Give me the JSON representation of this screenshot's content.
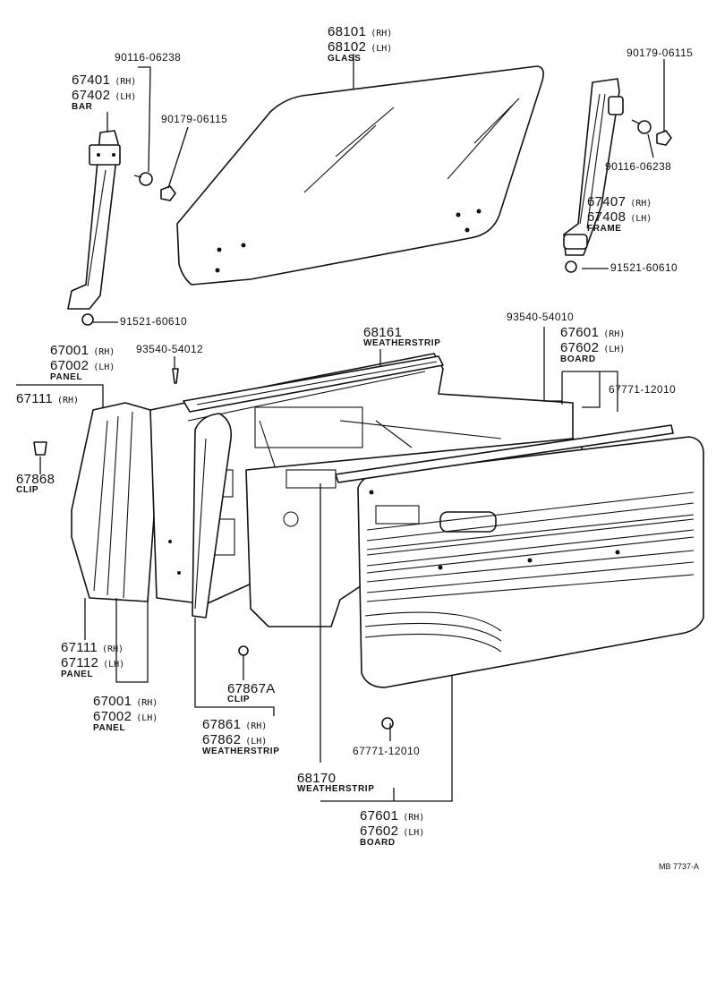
{
  "labels": {
    "glass": {
      "num_rh": "68101",
      "side_rh": "(RH)",
      "num_lh": "68102",
      "side_lh": "(LH)",
      "name": "GLASS"
    },
    "bar": {
      "num_rh": "67401",
      "side_rh": "(RH)",
      "num_lh": "67402",
      "side_lh": "(LH)",
      "name": "BAR"
    },
    "frame": {
      "num_rh": "67407",
      "side_rh": "(RH)",
      "num_lh": "67408",
      "side_lh": "(LH)",
      "name": "FRAME"
    },
    "bolt_top_left": "90116-06238",
    "nut_left": "90179-06115",
    "nut_top_right": "90179-06115",
    "bolt_right": "90116-06238",
    "screw_bottom_right": "91521-60610",
    "screw_bottom_left": "91521-60610",
    "weatherstrip_upper": {
      "num": "68161",
      "name": "WEATHERSTRIP"
    },
    "clip_upper": "93540-54012",
    "clip_right": "93540-54010",
    "panel_upper": {
      "num_rh": "67001",
      "side_rh": "(RH)",
      "num_lh": "67002",
      "side_lh": "(LH)",
      "name": "PANEL"
    },
    "panel_rh_upper": {
      "num": "67111",
      "side": "(RH)"
    },
    "board_upper": {
      "num_rh": "67601",
      "side_rh": "(RH)",
      "num_lh": "67602",
      "side_lh": "(LH)",
      "name": "BOARD"
    },
    "clip_board_upper": "67771-12010",
    "clip_left": {
      "num": "67868",
      "name": "CLIP"
    },
    "panel_lower_a": {
      "num_rh": "67111",
      "side_rh": "(RH)",
      "num_lh": "67112",
      "side_lh": "(LH)",
      "name": "PANEL"
    },
    "panel_lower_b": {
      "num_rh": "67001",
      "side_rh": "(RH)",
      "num_lh": "67002",
      "side_lh": "(LH)",
      "name": "PANEL"
    },
    "clip_lower": {
      "num": "67867A",
      "name": "CLIP"
    },
    "weatherstrip_lower": {
      "num_rh": "67861",
      "side_rh": "(RH)",
      "num_lh": "67862",
      "side_lh": "(LH)",
      "name": "WEATHERSTRIP"
    },
    "clip_board_lower": "67771-12010",
    "weatherstrip_bottom": {
      "num": "68170",
      "name": "WEATHERSTRIP"
    },
    "board_lower": {
      "num_rh": "67601",
      "side_rh": "(RH)",
      "num_lh": "67602",
      "side_lh": "(LH)",
      "name": "BOARD"
    },
    "drawing_code": "MB 7737-A"
  }
}
